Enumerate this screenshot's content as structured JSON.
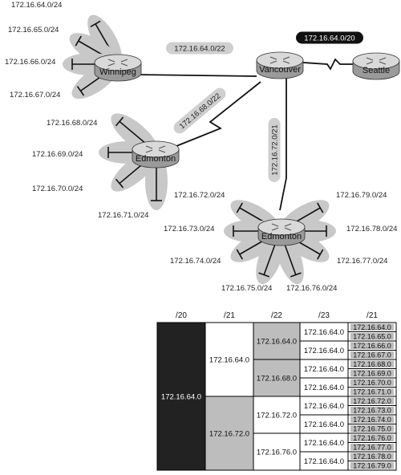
{
  "colors": {
    "petal": "#c8c8c8",
    "router_top": "#d9d9d9",
    "router_side": "#9a9a9a",
    "dark_cell": "#222222",
    "grey_cell": "#bdbdbd",
    "link_pill": "#cfcfcf"
  },
  "routers": {
    "winnipeg": "Winnipeg",
    "vancouver": "Vancouver",
    "seattle": "Seattle",
    "edmonton1": "Edmonton",
    "edmonton2": "Edmonton"
  },
  "winnipeg_nets": [
    "172.16.64.0/24",
    "172.16.65.0/24",
    "172.16.66.0/24",
    "172.16.67.0/24"
  ],
  "edmonton1_nets": [
    "172.16.68.0/24",
    "172.16.69.0/24",
    "172.16.70.0/24",
    "172.16.71.0/24"
  ],
  "edmonton2_nets": [
    "172.16.72.0/24",
    "172.16.73.0/24",
    "172.16.74.0/24",
    "172.16.75.0/24",
    "172.16.76.0/24",
    "172.16.77.0/24",
    "172.16.78.0/24",
    "172.16.79.0/24"
  ],
  "links": {
    "winnipeg_vancouver": "172.16.64.0/22",
    "vancouver_seattle": "172.16.64.0/20",
    "edmonton1_vancouver": "172.16.68.0/22",
    "edmonton2_vancouver": "172.16.72.0/21"
  },
  "table": {
    "headers": [
      "/20",
      "/21",
      "/22",
      "/23",
      "/21"
    ],
    "col20": "172.16.64.0",
    "col21": [
      "172.16.64.0",
      "172.16.72.0"
    ],
    "col22": [
      "172.16.64.0",
      "172.16.68.0",
      "172.16.72.0",
      "172.16.76.0"
    ],
    "col23": [
      "172.16.64.0",
      "172.16.64.0",
      "172.16.64.0",
      "172.16.64.0",
      "172.16.64.0",
      "172.16.64.0",
      "172.16.64.0",
      "172.16.64.0"
    ],
    "col24": [
      "172.16.64.0",
      "172.16.65.0",
      "172.16.66.0",
      "172.16.67.0",
      "172.16.68.0",
      "172.16.69.0",
      "172.16.70.0",
      "172.16.71.0",
      "172.16.72.0",
      "172.16.73.0",
      "172.16.74.0",
      "172.16.75.0",
      "172.16.76.0",
      "172.16.77.0",
      "172.16.78.0",
      "172.16.79.0"
    ]
  }
}
